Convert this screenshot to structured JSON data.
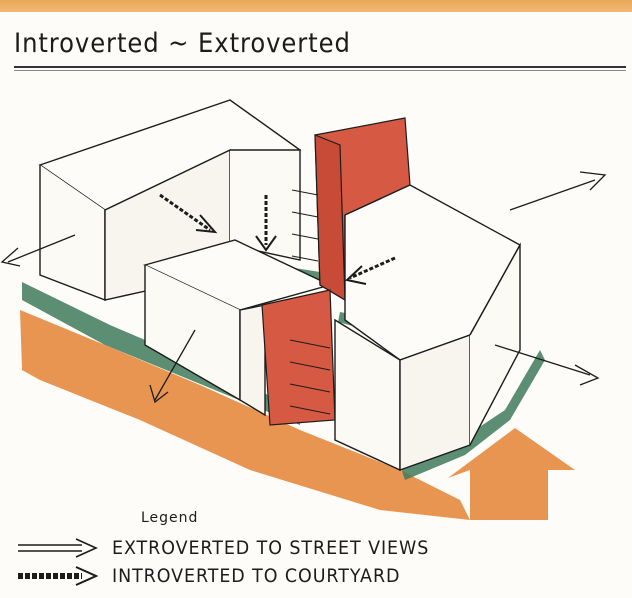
{
  "title": "Introverted ~ Extroverted",
  "colors": {
    "street": "#e58a3e",
    "green": "#3f7a5c",
    "red": "#d65a43",
    "ink": "#1c1c1c"
  },
  "legend": {
    "heading": "Legend",
    "items": [
      {
        "symbol": "extroverted-arrow-icon",
        "label": "Extroverted to street views"
      },
      {
        "symbol": "introverted-arrow-icon",
        "label": "Introverted to courtyard"
      }
    ]
  }
}
